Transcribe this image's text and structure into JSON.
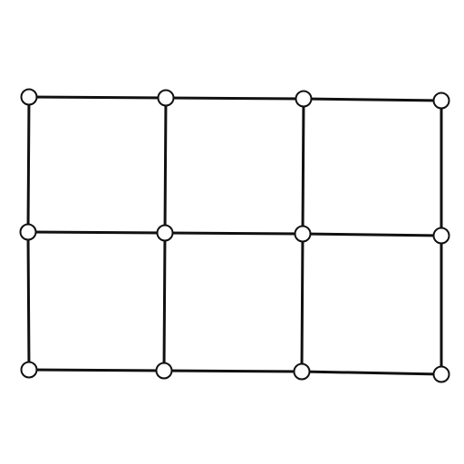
{
  "diagram": {
    "type": "grid-graph",
    "rows": 3,
    "columns": 4,
    "node_shape": "circle",
    "edges": "orthogonal-neighbors",
    "colors": {
      "background": "#ffffff",
      "edge": "#111111",
      "node_fill": "#ffffff",
      "node_stroke": "#111111"
    }
  }
}
